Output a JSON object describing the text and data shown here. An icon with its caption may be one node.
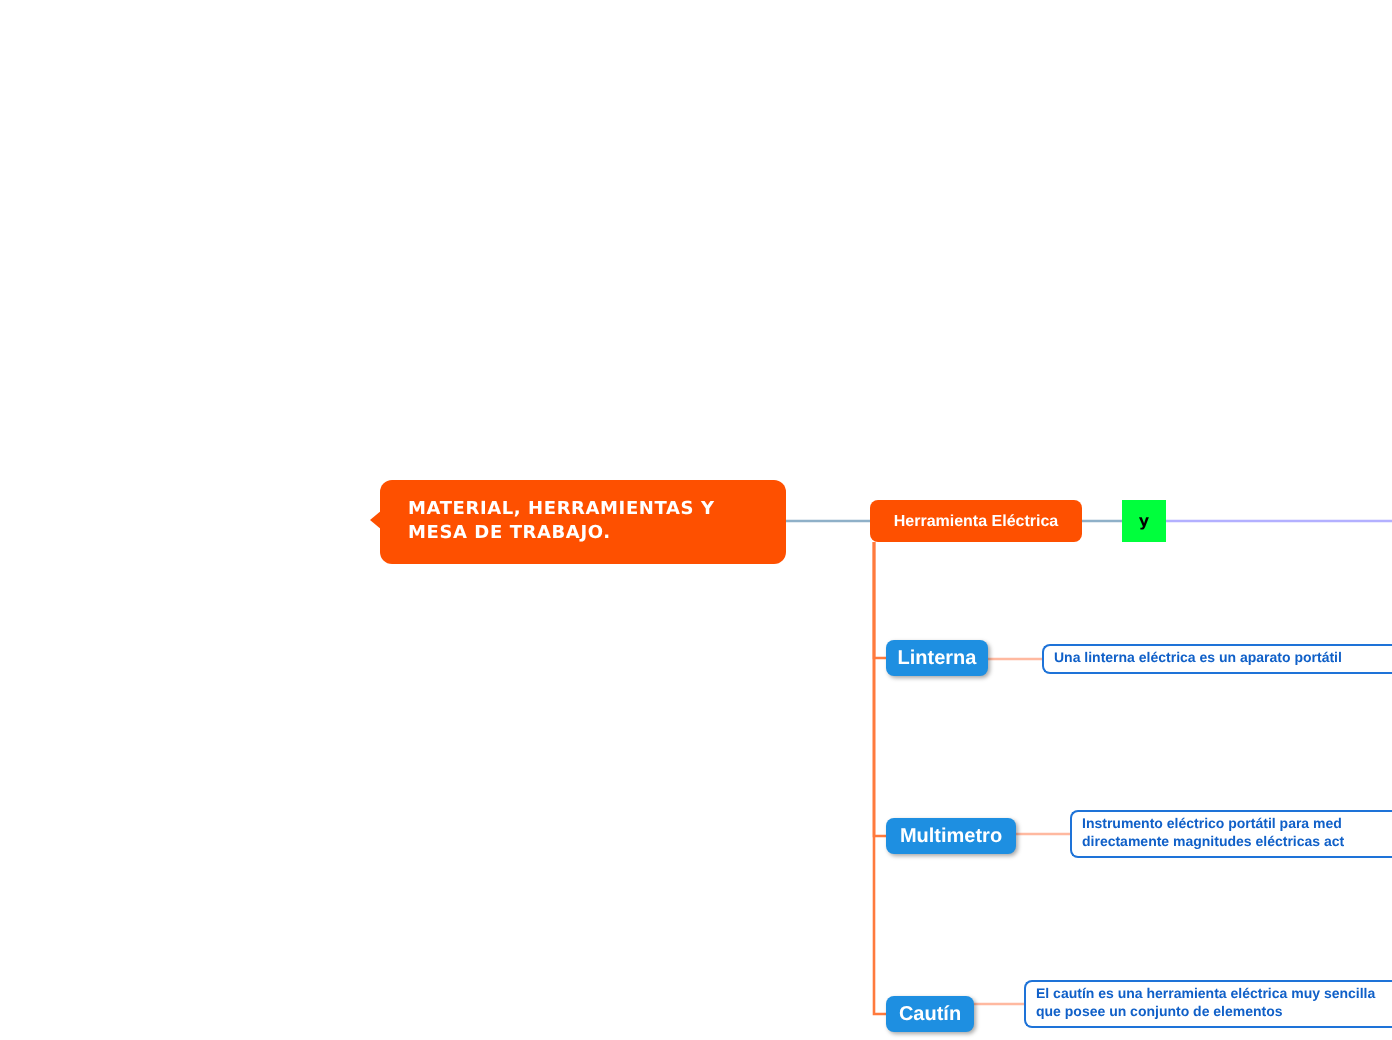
{
  "diagram": {
    "nodes": [
      {
        "text": [
          "MATERIAL, HERRAMIENTAS Y MESA DE TRABAJO."
        ]
      },
      {
        "text": [
          "Herramienta Eléctrica"
        ]
      },
      {
        "text": [
          "y"
        ]
      },
      {
        "text": [
          "Linterna"
        ]
      },
      {
        "text": [
          "Una linterna eléctrica es un aparato portátil"
        ]
      },
      {
        "text": [
          "Multimetro"
        ]
      },
      {
        "text": [
          "Instrumento eléctrico portátil para med directamente magnitudes eléctricas act"
        ]
      },
      {
        "text": [
          "Cautín"
        ]
      },
      {
        "text": [
          "El cautín es una herramienta eléctrica muy sencilla que posee un conjunto de elementos"
        ]
      }
    ],
    "edges": [
      {
        "from": 0,
        "to": 1,
        "arrow": "none",
        "color": "#8fb0c8"
      },
      {
        "from": 1,
        "to": 2,
        "arrow": "none",
        "color": "#8fb0c8"
      },
      {
        "from": 2,
        "to": null,
        "arrow": "none",
        "color": "#b3b0ff"
      },
      {
        "from": 1,
        "to": 3,
        "arrow": "none",
        "color": "#ff7a3d"
      },
      {
        "from": 1,
        "to": 5,
        "arrow": "none",
        "color": "#ff7a3d"
      },
      {
        "from": 1,
        "to": 7,
        "arrow": "none",
        "color": "#ff7a3d"
      },
      {
        "from": 3,
        "to": 4,
        "arrow": "none",
        "color": "#ffb9a0"
      },
      {
        "from": 5,
        "to": 6,
        "arrow": "none",
        "color": "#ffb9a0"
      },
      {
        "from": 7,
        "to": 8,
        "arrow": "none",
        "color": "#ffb9a0"
      }
    ]
  }
}
